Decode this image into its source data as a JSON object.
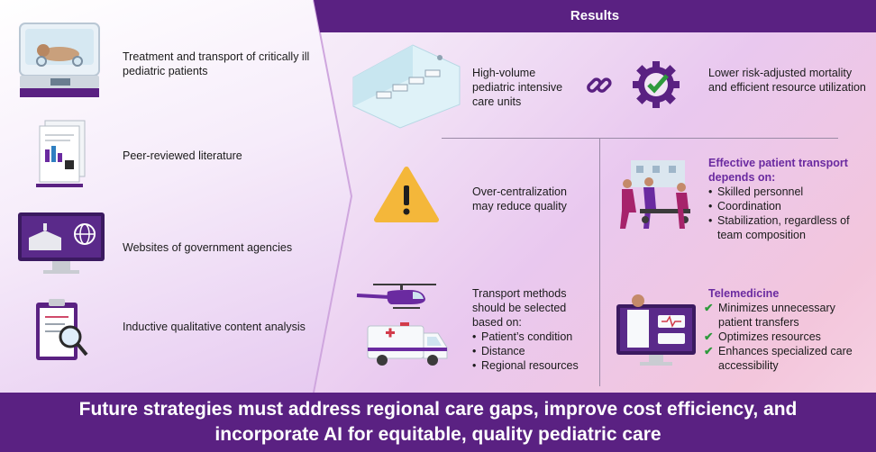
{
  "header": {
    "results_title": "Results"
  },
  "inputs": [
    {
      "label": "Treatment and transport of critically ill pediatric patients",
      "icon": "incubator-icon"
    },
    {
      "label": "Peer-reviewed literature",
      "icon": "documents-icon"
    },
    {
      "label": "Websites of government agencies",
      "icon": "government-website-icon"
    },
    {
      "label": "Inductive qualitative content analysis",
      "icon": "clipboard-magnifier-icon"
    }
  ],
  "results": {
    "picu": {
      "label": "High-volume pediatric intensive care units",
      "icon": "hospital-ward-icon"
    },
    "link_icon": "link-icon",
    "outcome": {
      "label": "Lower risk-adjusted mortality and efficient resource utilization",
      "icon": "gear-check-icon"
    },
    "centralization": {
      "label": "Over-centralization may reduce quality",
      "icon": "warning-icon"
    },
    "transport": {
      "heading": "Effective patient transport depends on:",
      "items": [
        "Skilled personnel",
        "Coordination",
        "Stabilization, regardless of team composition"
      ],
      "icon": "stretcher-team-icon"
    },
    "methods": {
      "intro": "Transport methods should be selected based on:",
      "items": [
        "Patient’s condition",
        "Distance",
        "Regional resources"
      ],
      "icons": [
        "helicopter-icon",
        "ambulance-icon"
      ]
    },
    "telemedicine": {
      "heading": "Telemedicine",
      "items": [
        "Minimizes unnecessary patient transfers",
        "Optimizes resources",
        "Enhances specialized care accessibility"
      ],
      "icon": "telemedicine-monitor-icon"
    }
  },
  "footer": {
    "line1": "Future strategies must address regional care gaps, improve cost efficiency, and",
    "line2": "incorporate AI for equitable, quality pediatric care"
  },
  "colors": {
    "purple": "#5a2182",
    "accent_text": "#6a2aa0",
    "warning": "#f4b73a",
    "check_green": "#2e9a3c"
  }
}
